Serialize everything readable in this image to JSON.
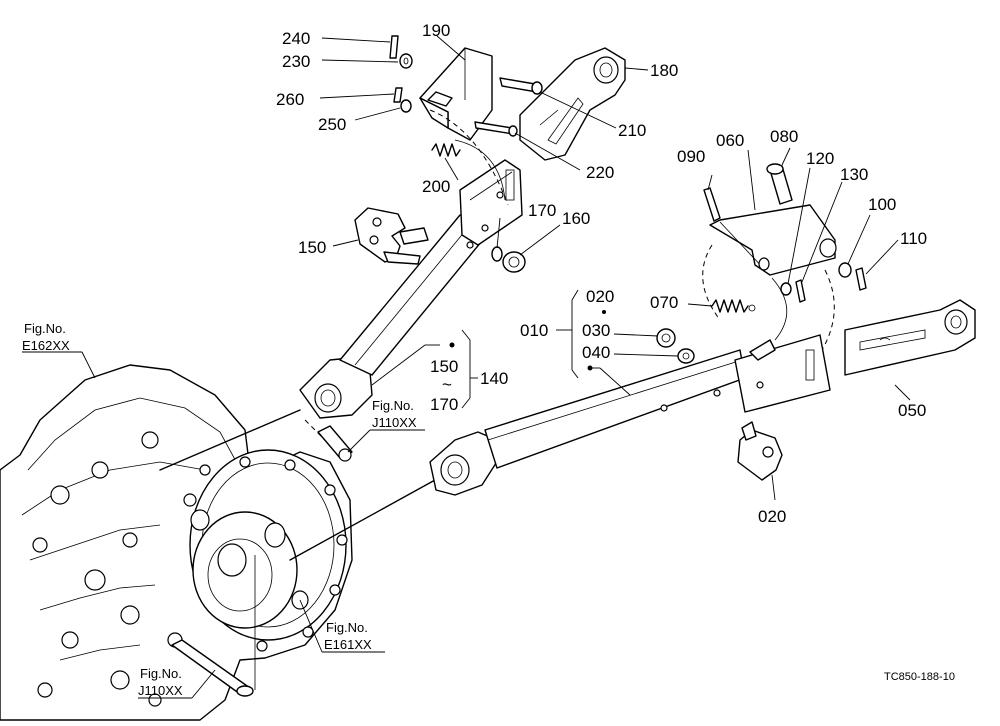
{
  "labels": {
    "p240": "240",
    "p190": "190",
    "p230": "230",
    "p180": "180",
    "p260": "260",
    "p250": "250",
    "p210": "210",
    "p220": "220",
    "p200": "200",
    "p090": "090",
    "p060": "060",
    "p080": "080",
    "p120": "120",
    "p130": "130",
    "p100": "100",
    "p110": "110",
    "p170": "170",
    "p160": "160",
    "p150": "150",
    "g020": "020",
    "g010": "010",
    "g030": "030",
    "g040": "040",
    "p070": "070",
    "g150": "150",
    "g_tilde": "~",
    "g170": "170",
    "g140": "140",
    "p050": "050",
    "p020b": "020"
  },
  "figrefs": {
    "e162_title": "Fig.No.",
    "e162_code": "E162XX",
    "j110a_title": "Fig.No.",
    "j110a_code": "J110XX",
    "e161_title": "Fig.No.",
    "e161_code": "E161XX",
    "j110b_title": "Fig.No.",
    "j110b_code": "J110XX"
  },
  "footer": {
    "diagram_code": "TC850-188-10"
  }
}
